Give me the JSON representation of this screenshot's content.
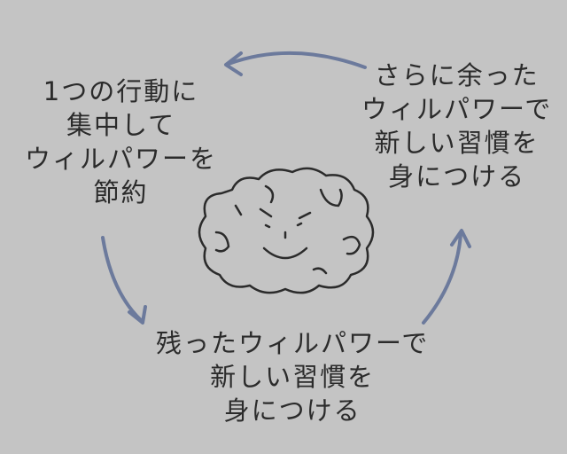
{
  "cycle": {
    "left": [
      "1つの行動に",
      "集中して",
      "ウィルパワーを",
      "節約"
    ],
    "right": [
      "さらに余った",
      "ウィルパワーで",
      "新しい習慣を",
      "身につける"
    ],
    "bottom": [
      "残ったウィルパワーで",
      "新しい習慣を",
      "身につける"
    ]
  },
  "colors": {
    "background": "#c4c4c4",
    "arrow": "#6c7a9c",
    "ink": "#2b2b2b"
  },
  "icons": {
    "center": "smiling-brain-icon"
  }
}
